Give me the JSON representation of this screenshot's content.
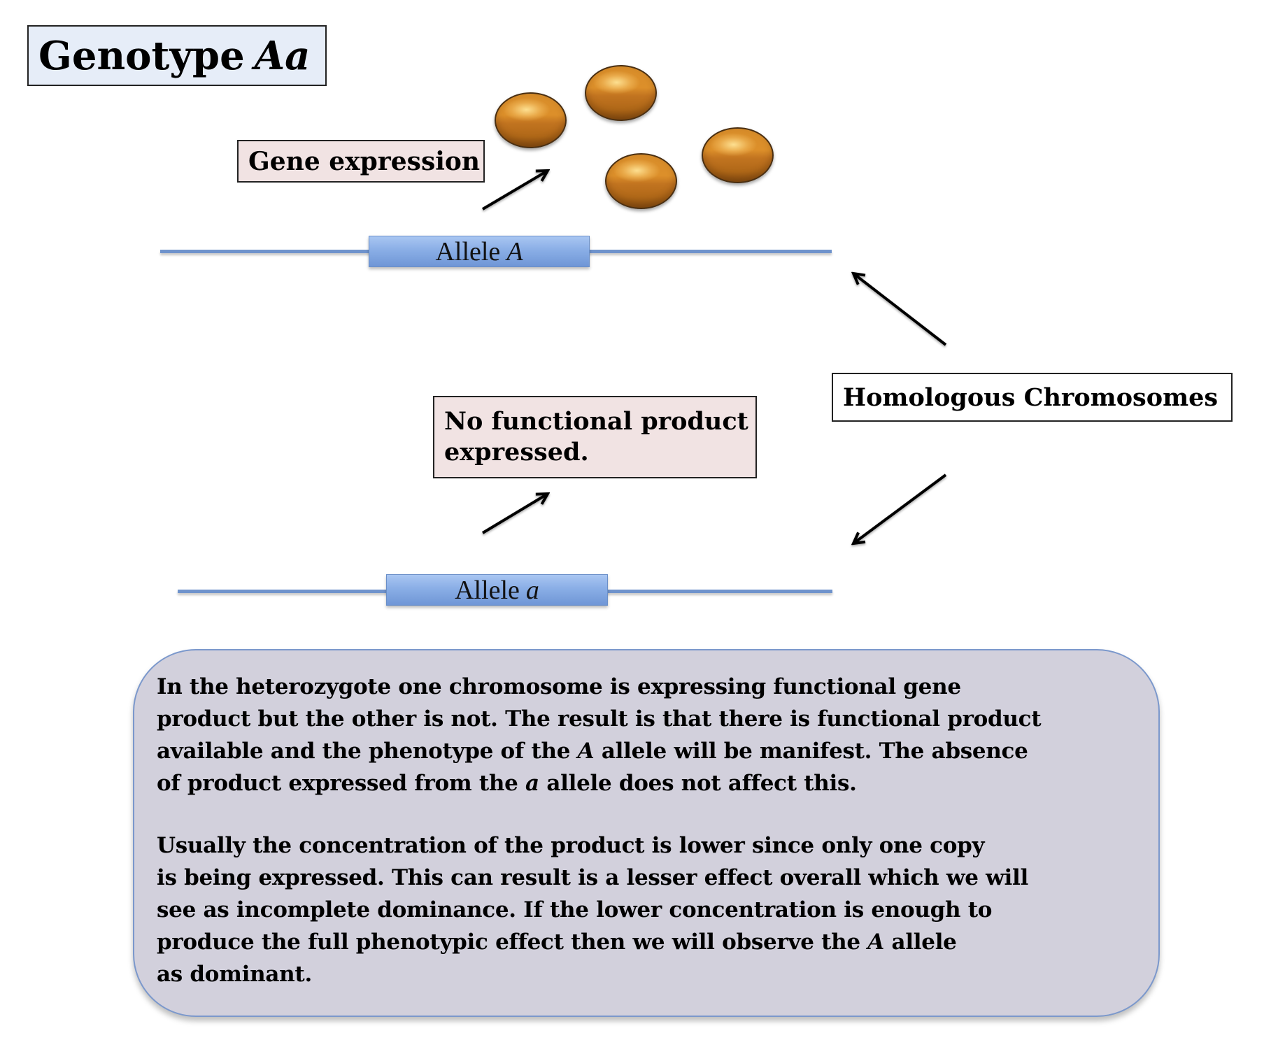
{
  "title": {
    "prefix": "Genotype",
    "genotype": "Aa"
  },
  "labels": {
    "gene_expression": "Gene expression",
    "no_functional_line1": "No functional product",
    "no_functional_line2": "expressed.",
    "homologous_chromosomes": "Homologous Chromosomes"
  },
  "alleles": [
    {
      "prefix": "Allele",
      "symbol": "A"
    },
    {
      "prefix": "Allele",
      "symbol": "a"
    }
  ],
  "gene_product_count": 4,
  "colors": {
    "title_box_bg": "#e6edf8",
    "label_box_bg": "#f1e3e3",
    "chromosome": "#6f93cc",
    "allele_box": "#8aaee6",
    "gene_product": "#d08526",
    "summary_box_bg": "#d2d0dc",
    "summary_box_border": "#7b98cc"
  },
  "summary": {
    "paragraph1": [
      {
        "text": "In the heterozygote one chromosome is expressing functional gene"
      },
      {
        "text": "product but the other is not. The result is that there is functional product"
      },
      {
        "before": "available and the phenotype of the ",
        "italic": "A",
        "after": " allele will be manifest. The absence"
      },
      {
        "before": "of product expressed from the ",
        "italic": "a",
        "after": " allele does not affect this."
      }
    ],
    "paragraph2": [
      {
        "text": "Usually the concentration of the product is lower since only one copy"
      },
      {
        "text": "is being expressed. This can result is a lesser effect overall which we will"
      },
      {
        "text": "see as incomplete dominance. If the lower concentration is enough to"
      },
      {
        "before": "produce the full phenotypic effect then we will observe the ",
        "italic": "A",
        "after": " allele"
      },
      {
        "text": "as dominant."
      }
    ]
  }
}
